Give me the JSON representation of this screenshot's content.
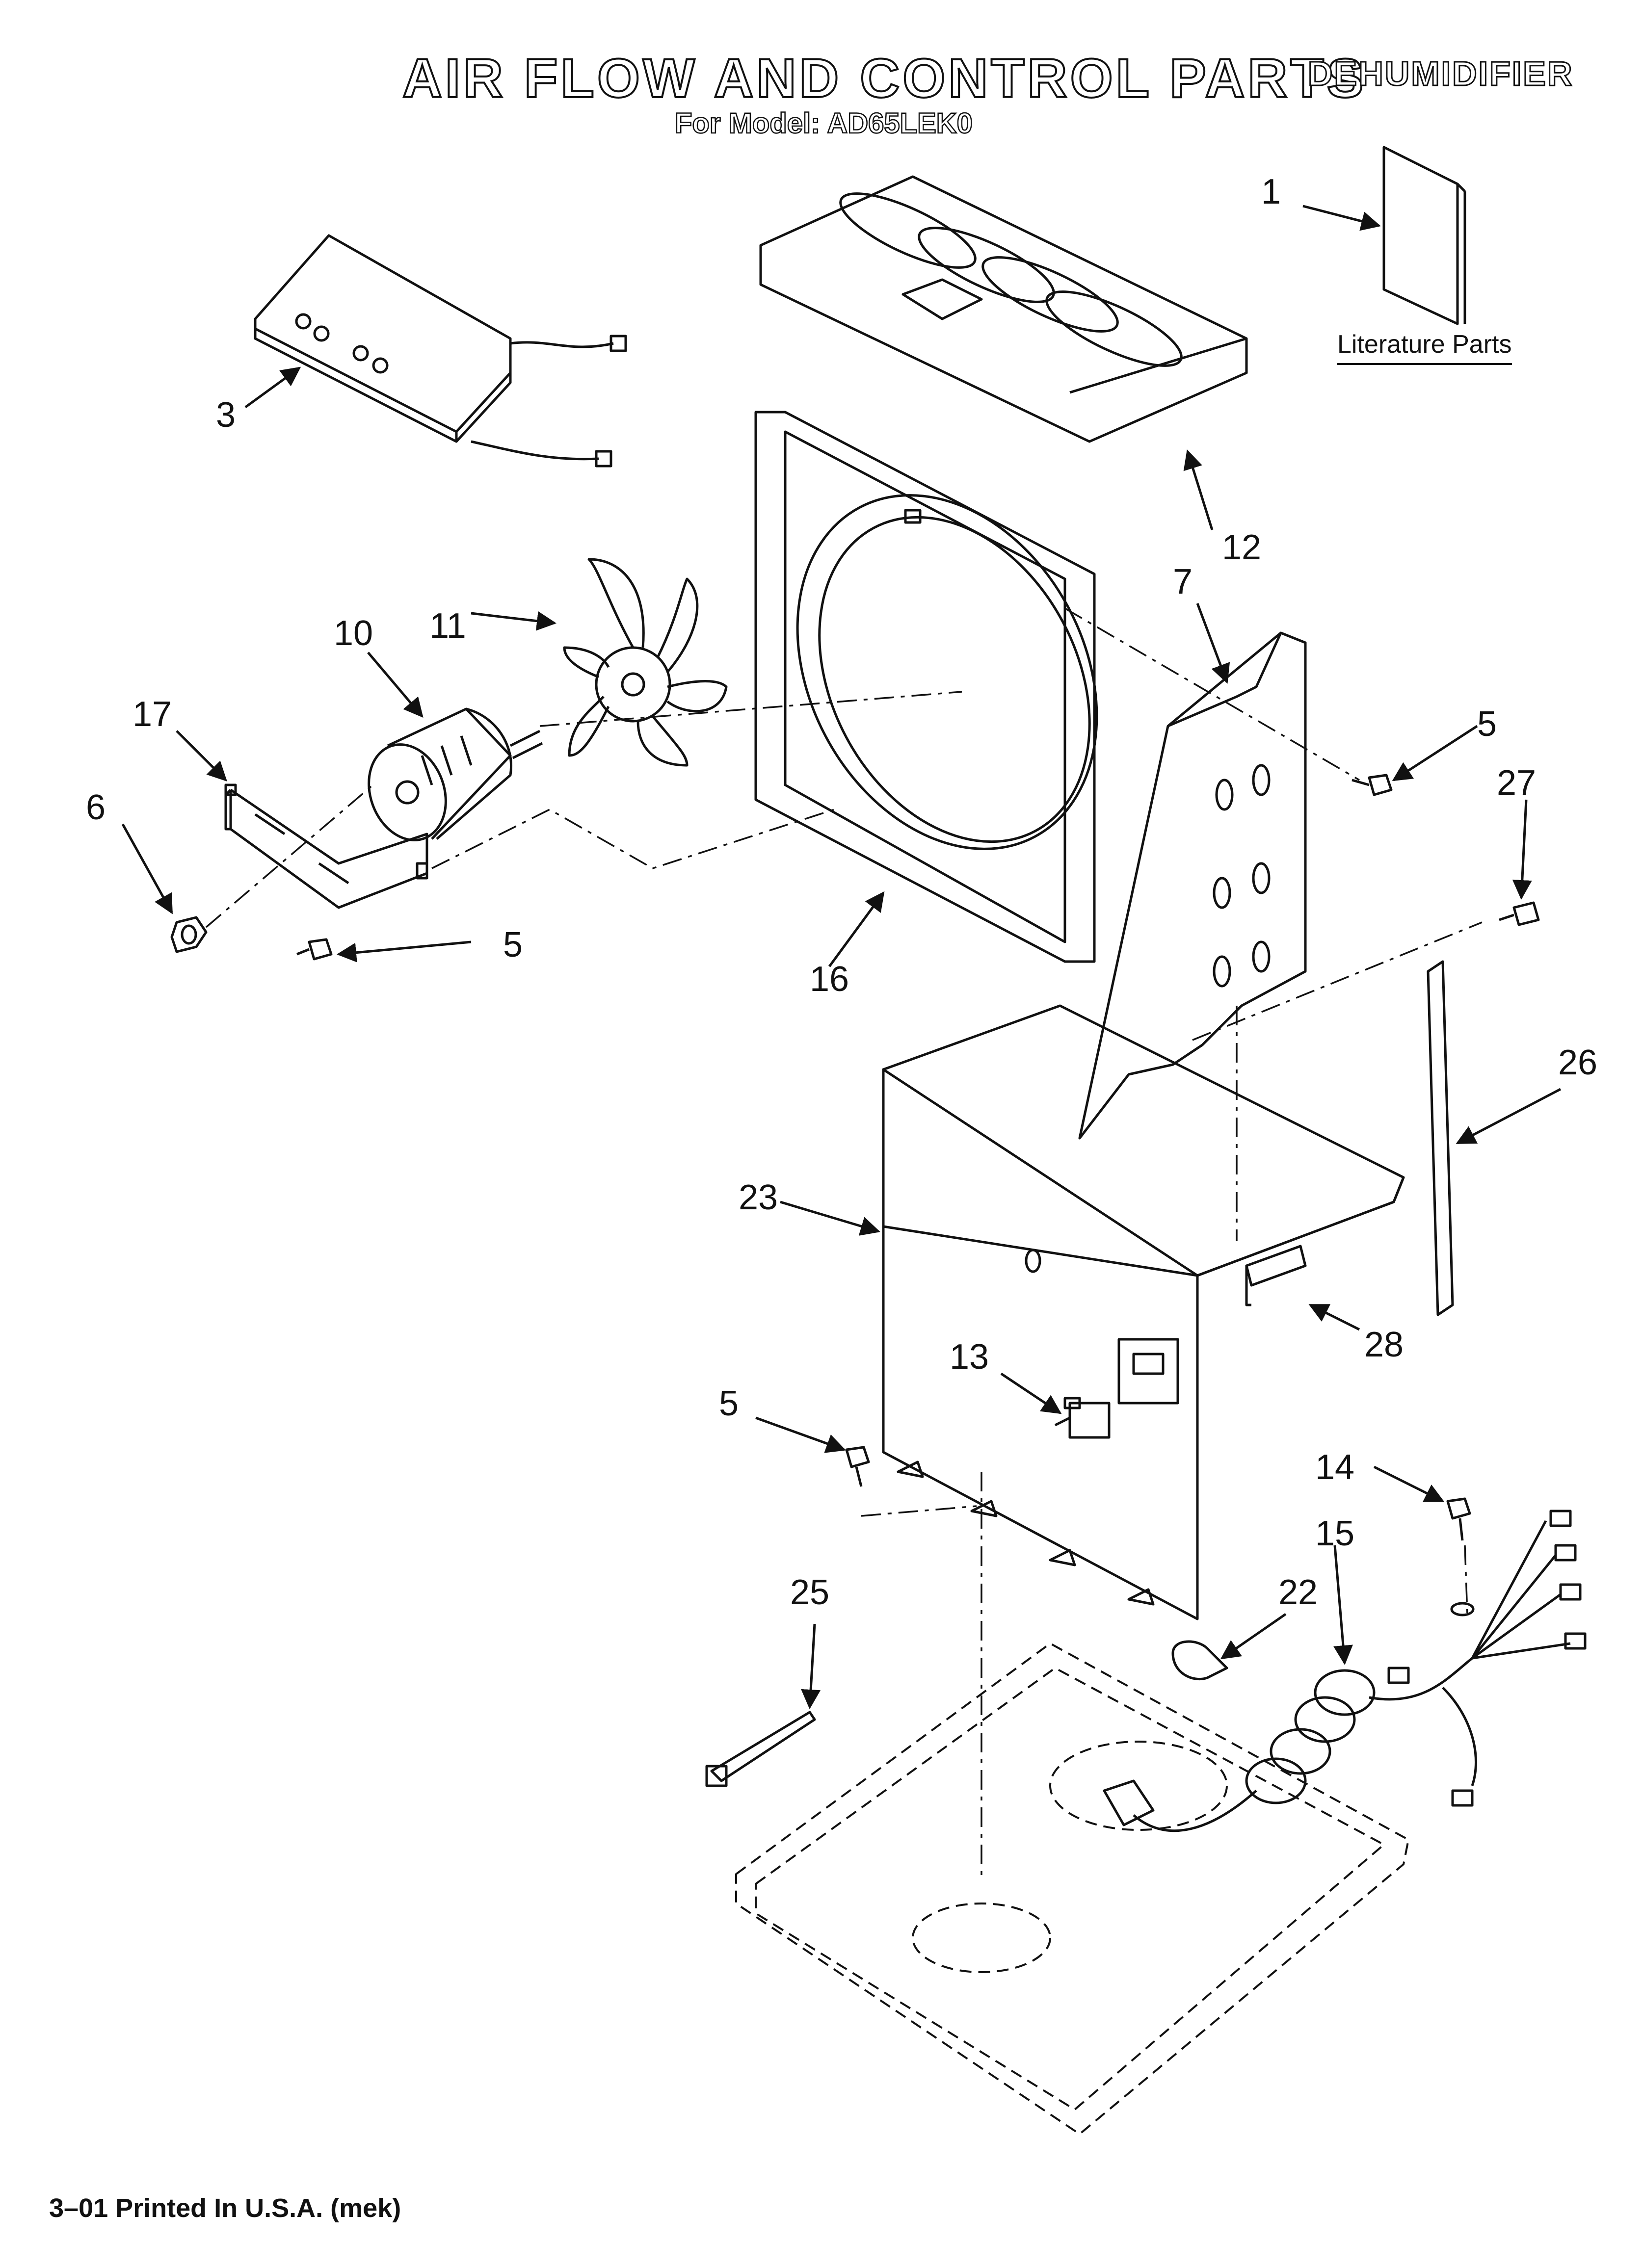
{
  "header": {
    "title": "AIR FLOW AND CONTROL PARTS",
    "product": "DEHUMIDIFIER",
    "model_line": "For Model: AD65LEK0"
  },
  "literature": {
    "label": "Literature Parts"
  },
  "callouts": {
    "c1": "1",
    "c3": "3",
    "c5a": "5",
    "c5b": "5",
    "c5c": "5",
    "c6": "6",
    "c7": "7",
    "c10": "10",
    "c11": "11",
    "c12": "12",
    "c13": "13",
    "c14": "14",
    "c15": "15",
    "c16": "16",
    "c17": "17",
    "c22": "22",
    "c23": "23",
    "c25": "25",
    "c26": "26",
    "c27": "27",
    "c28": "28"
  },
  "footer": {
    "print_line": "3–01 Printed In U.S.A. (mek)"
  }
}
